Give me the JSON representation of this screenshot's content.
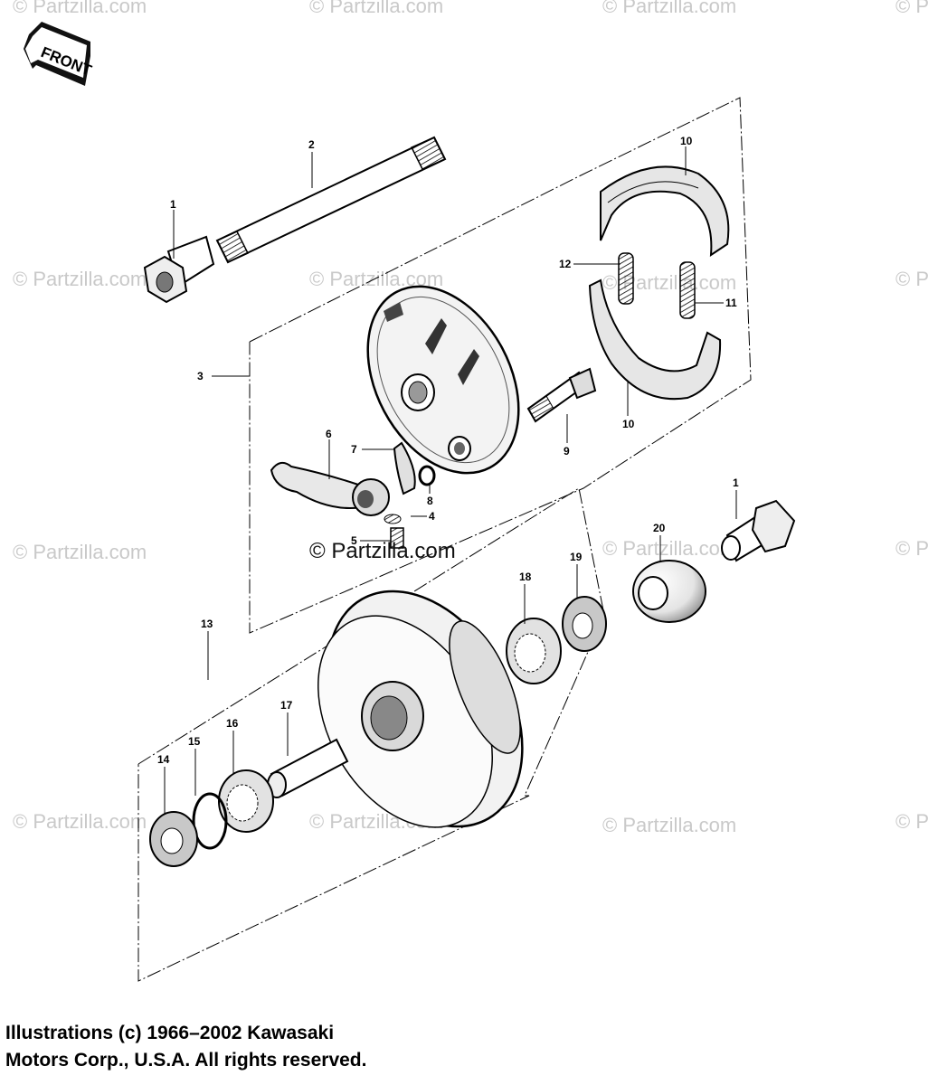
{
  "watermarks": {
    "text": "© Partzilla.com",
    "text_short": "© P",
    "center_text": "© Partzilla.com"
  },
  "front_sign": {
    "text": "FRONT"
  },
  "callouts": [
    "1",
    "2",
    "3",
    "4",
    "5",
    "6",
    "7",
    "8",
    "9",
    "10",
    "10",
    "11",
    "12",
    "13",
    "14",
    "15",
    "16",
    "17",
    "18",
    "19",
    "20",
    "1"
  ],
  "copyright": {
    "line1": "Illustrations (c) 1966–2002 Kawasaki",
    "line2": "Motors Corp., U.S.A.  All rights reserved."
  }
}
